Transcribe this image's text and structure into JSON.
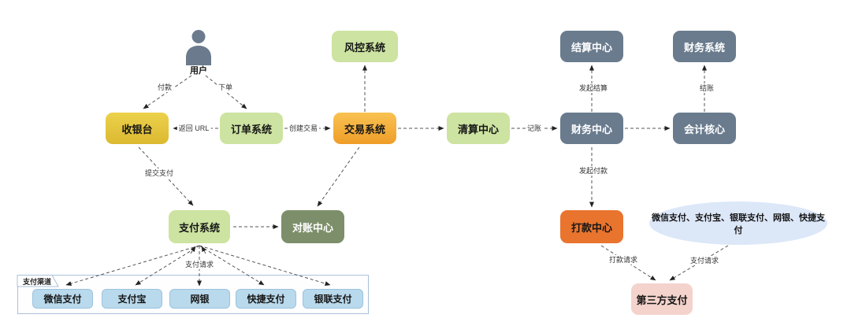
{
  "actor": {
    "label": "用户"
  },
  "nodes": {
    "cashier": "收银台",
    "order_system": "订单系统",
    "risk_system": "风控系统",
    "trade_system": "交易系统",
    "clearing_center": "清算中心",
    "finance_center": "财务中心",
    "accounting_core": "会计核心",
    "settlement_center": "结算中心",
    "finance_system": "财务系统",
    "payment_system": "支付系统",
    "reconciliation_center": "对账中心",
    "payout_center": "打款中心",
    "third_party": "第三方支付",
    "channels_note": "微信支付、支付宝、银联支付、网银、快捷支付"
  },
  "edge_labels": {
    "pay": "付款",
    "place_order": "下单",
    "return_url": "返回 URL",
    "create_trade": "创建交易",
    "bookkeep": "记账",
    "initiate_settle": "发起结算",
    "settle_account": "结账",
    "initiate_payout": "发起付款",
    "submit_payment": "提交支付",
    "payment_request_channels": "支付请求",
    "payout_request": "打款请求",
    "payment_request_third_party": "支付请求"
  },
  "channel_group": {
    "label": "支付渠道",
    "items": [
      "微信支付",
      "支付宝",
      "网银",
      "快捷支付",
      "银联支付"
    ]
  },
  "colors": {
    "gold": "#e3c53e",
    "light_green": "#cde3a1",
    "orange_top": "#f9c252",
    "orange_bottom": "#ef9d28",
    "slate_gray": "#6a7b8e",
    "olive_green": "#7d8f6a",
    "solid_orange": "#e9742e",
    "pink": "#f3d3cc",
    "channel_blue": "#b9d9ec",
    "note_blue": "#dce7f8",
    "group_border": "#a9c0da",
    "edge_line": "#555555"
  }
}
